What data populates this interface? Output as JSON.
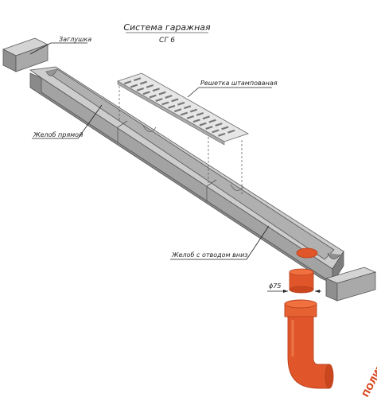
{
  "title": "Система гаражная",
  "subtitle": "СГ 6",
  "labels": {
    "cap": "Заглушка",
    "grate": "Решетка штампованая",
    "straight_channel": "Желоб прямой",
    "outlet_channel": "Желоб с отводом вниз",
    "diameter": "ϕ75"
  },
  "watermark": "ПОЛИТЕП",
  "colors": {
    "concrete_top": "#cfcfcf",
    "concrete_side": "#9c9c9c",
    "concrete_dark": "#7d7d7d",
    "pipe": "#e0562a",
    "pipe_dark": "#b8401c"
  }
}
